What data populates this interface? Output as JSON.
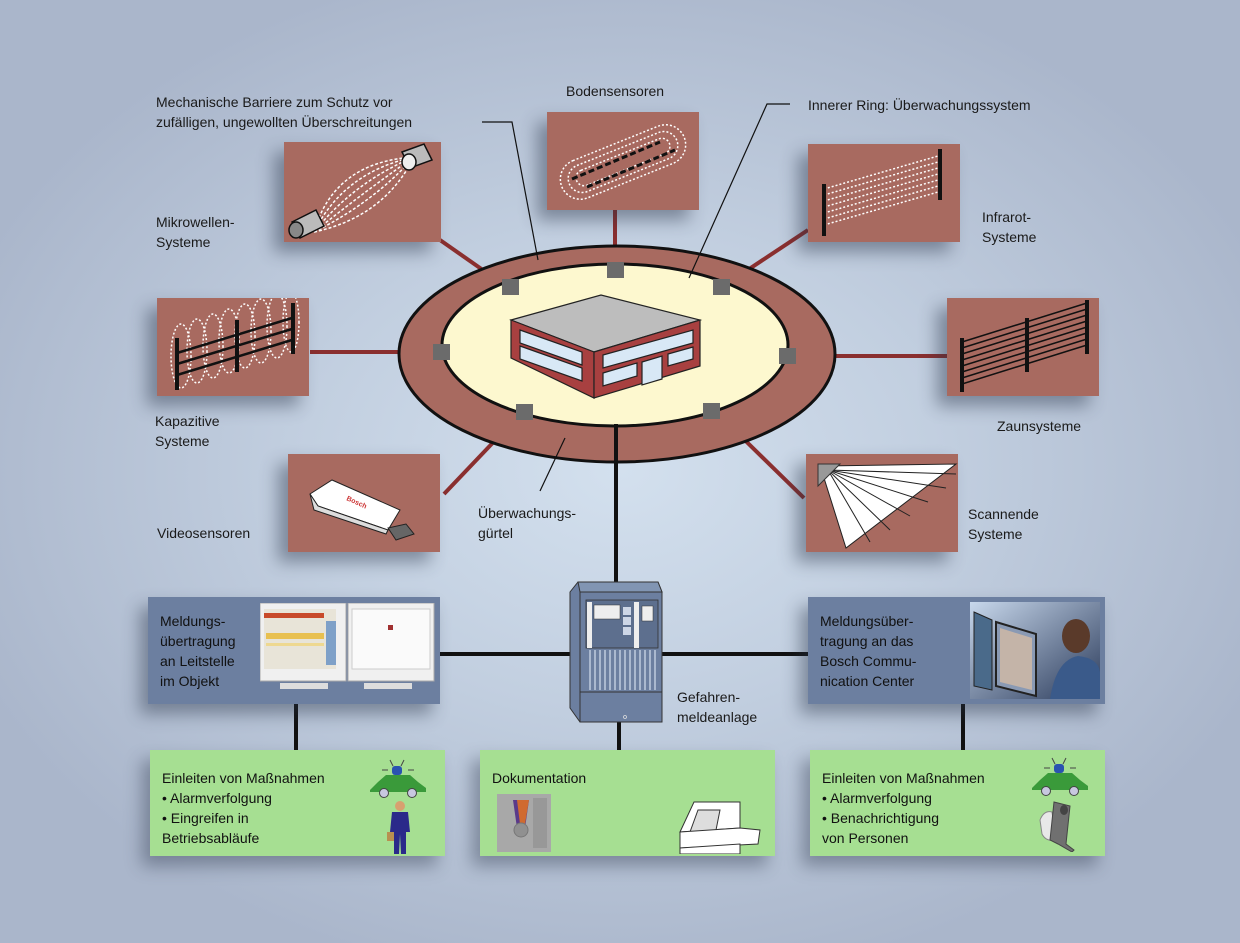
{
  "colors": {
    "background": "#b7c4d7",
    "panel": "#a86a60",
    "ring": "#a86a60",
    "inner_area": "#fdf8cf",
    "connector": "#8a2f2f",
    "node": "#6b6b6b",
    "info_box": "#6c7fa0",
    "action_box": "#a6df92"
  },
  "labels": {
    "mechanical_barrier": "Mechanische Barriere zum Schutz vor\nzufälligen, ungewollten Überschreitungen",
    "inner_ring": "Innerer Ring: Überwachungssystem",
    "surveillance_belt": "Überwachungs-\ngürtel",
    "hazard_system": "Gefahren-\nmeldeanlage"
  },
  "sensors": [
    {
      "id": "microwave",
      "label": "Mikrowellen-\nSysteme",
      "icon": "microwave-beam-icon"
    },
    {
      "id": "ground",
      "label": "Bodensensoren",
      "icon": "ground-sensor-icon"
    },
    {
      "id": "infrared",
      "label": "Infrarot-\nSysteme",
      "icon": "infrared-beam-icon"
    },
    {
      "id": "capacitive",
      "label": "Kapazitive\nSysteme",
      "icon": "capacitive-fence-icon"
    },
    {
      "id": "fence",
      "label": "Zaunsysteme",
      "icon": "fence-icon"
    },
    {
      "id": "video",
      "label": "Videosensoren",
      "icon": "video-camera-icon"
    },
    {
      "id": "scanning",
      "label": "Scannende\nSysteme",
      "icon": "scanner-icon"
    }
  ],
  "camera_brand": "Bosch",
  "info_boxes": {
    "left": "Meldungs-\nübertragung\nan Leitstelle\nim Objekt",
    "right": "Meldungsüber-\ntragung an das\nBosch Commu-\nnication Center"
  },
  "action_boxes": {
    "left": {
      "title": "Einleiten von Maßnahmen",
      "items": [
        "• Alarmverfolgung",
        "• Eingreifen in\n  Betriebsabläufe"
      ]
    },
    "middle": {
      "title": "Dokumentation"
    },
    "right": {
      "title": "Einleiten von Maßnahmen",
      "items": [
        "• Alarmverfolgung",
        "• Benachrichtigung\n  von Personen"
      ]
    }
  }
}
